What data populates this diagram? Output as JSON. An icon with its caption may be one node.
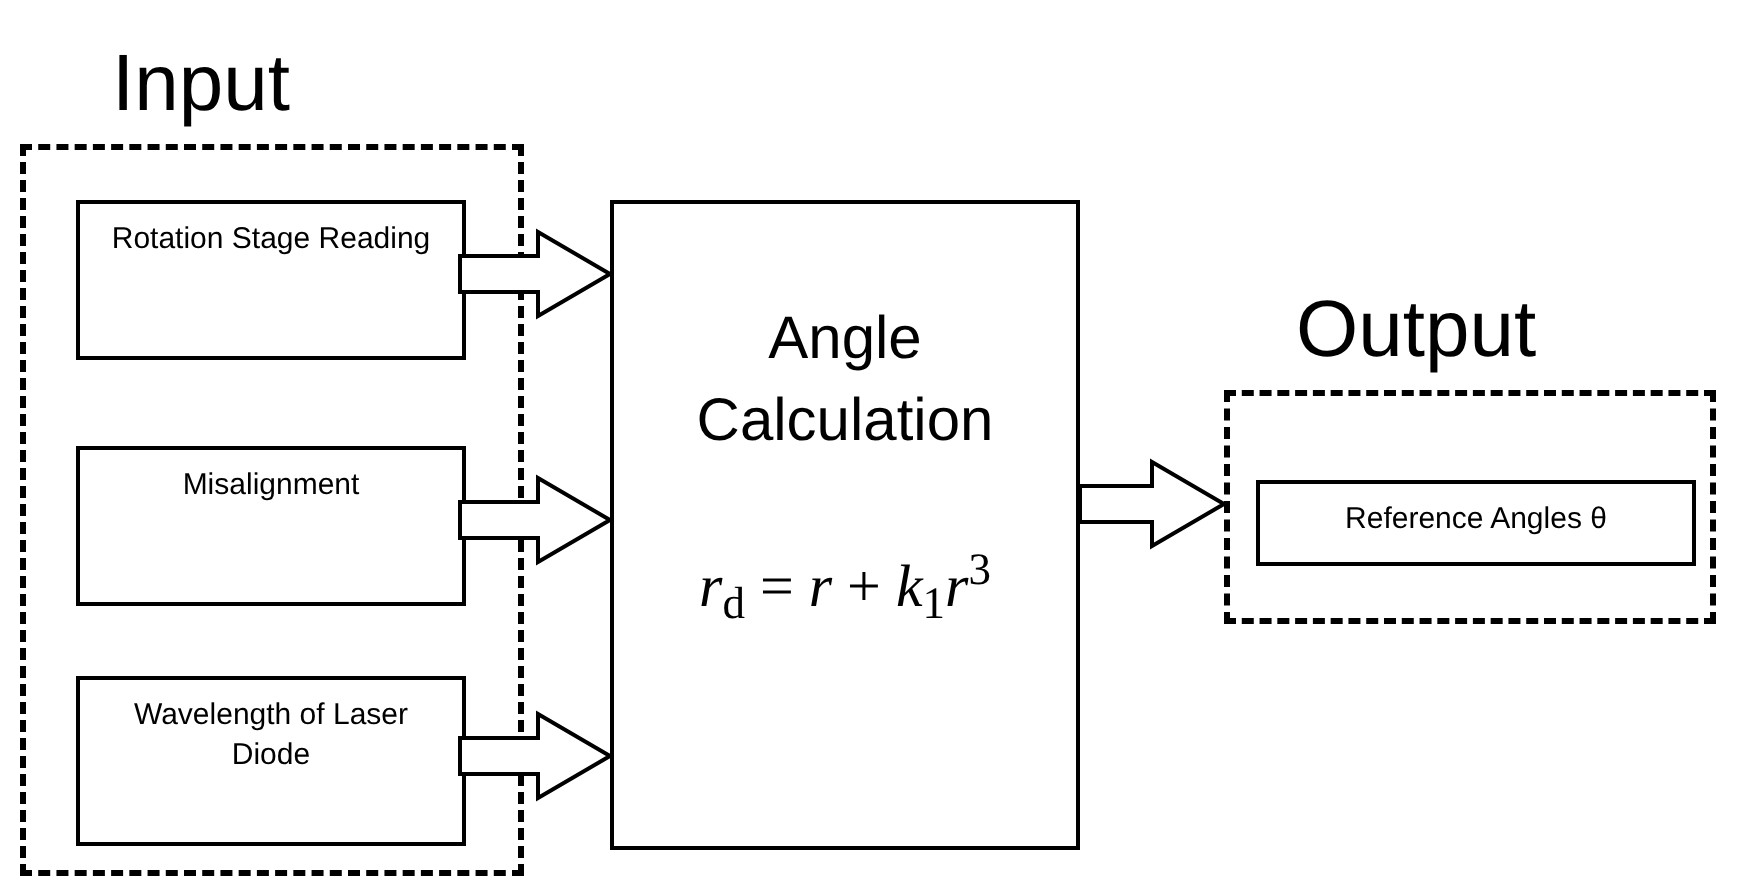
{
  "diagram": {
    "nodes": [
      {
        "text": [
          "Input"
        ]
      },
      {
        "text": [
          "Rotation Stage Reading"
        ],
        "in": 0
      },
      {
        "text": [
          "Misalignment"
        ],
        "in": 0
      },
      {
        "text": [
          "Wavelength of Laser Diode"
        ],
        "in": 0
      },
      {
        "text": [
          "Angle Calculation",
          "*r*$_{d}$ = *r* + *k*$_{1}$*r*$^{3}$"
        ]
      },
      {
        "text": [
          "Output"
        ]
      },
      {
        "text": [
          "Reference Angles θ"
        ],
        "in": 5
      }
    ],
    "edges": [
      {
        "from": 1,
        "to": 4,
        "arrow": "to"
      },
      {
        "from": 2,
        "to": 4,
        "arrow": "to"
      },
      {
        "from": 3,
        "to": 4,
        "arrow": "to"
      },
      {
        "from": 4,
        "to": 5,
        "arrow": "to"
      }
    ]
  }
}
